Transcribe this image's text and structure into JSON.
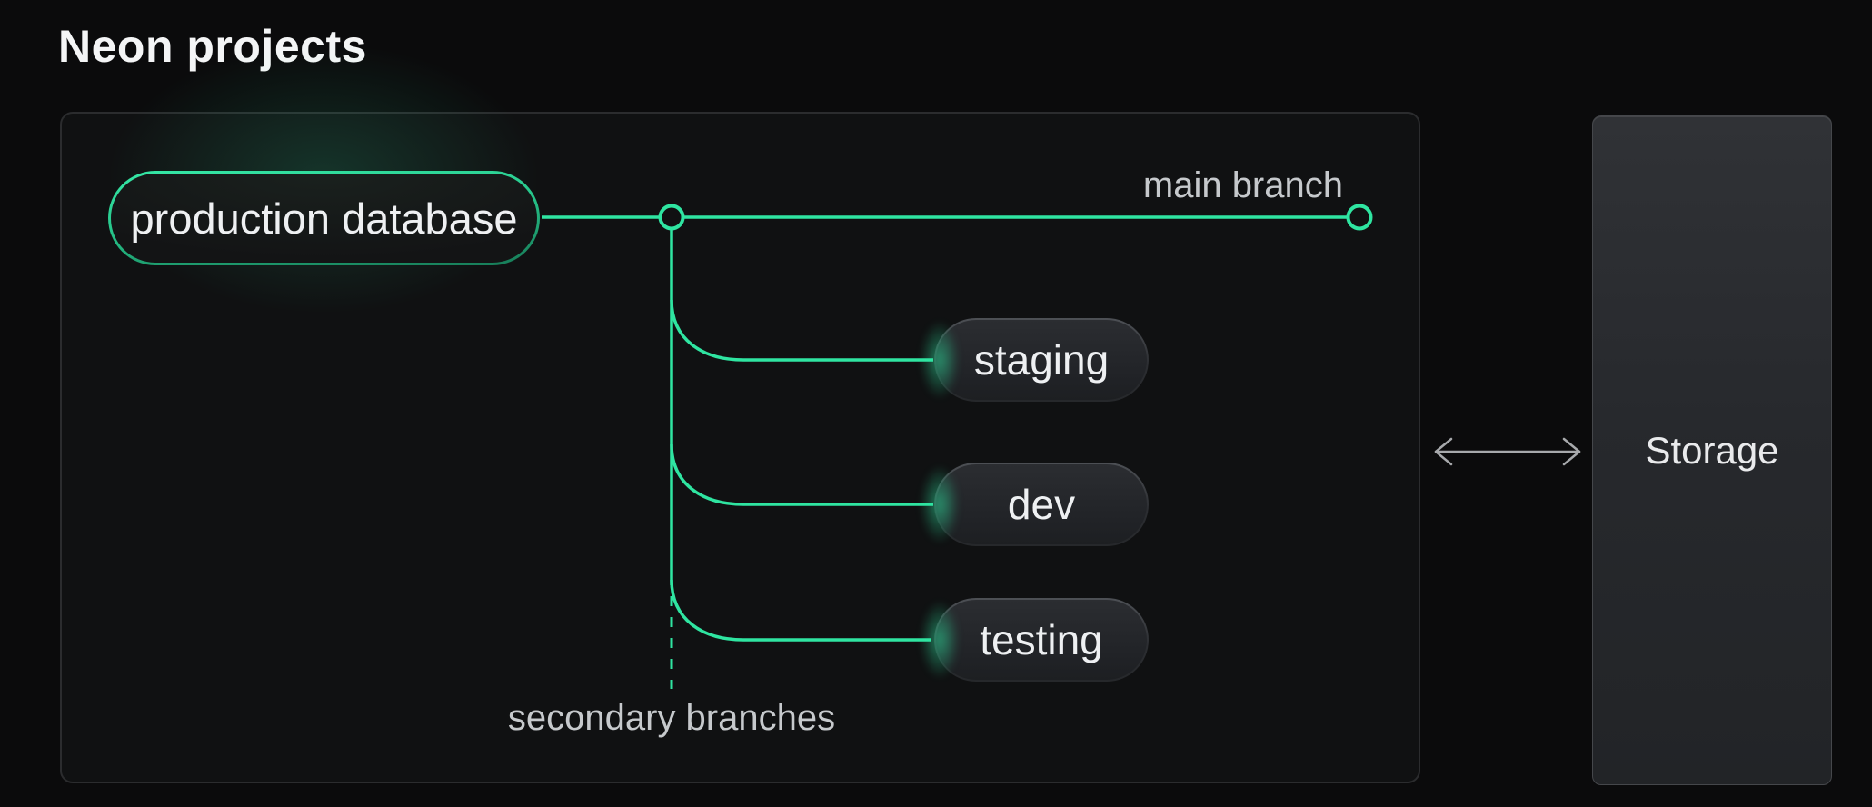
{
  "title": "Neon projects",
  "colors": {
    "accent_green": "#2fe5a1",
    "label_gray": "#c6c9cc",
    "arrow_gray": "#a7a9ac",
    "panel_background": "#101112",
    "node_text": "#eef0f2"
  },
  "diagram": {
    "root_node": {
      "label": "production database"
    },
    "main_branch_label": "main branch",
    "secondary_branches_label": "secondary branches",
    "branch_nodes": [
      {
        "label": "staging"
      },
      {
        "label": "dev"
      },
      {
        "label": "testing"
      }
    ],
    "storage_label": "Storage"
  }
}
